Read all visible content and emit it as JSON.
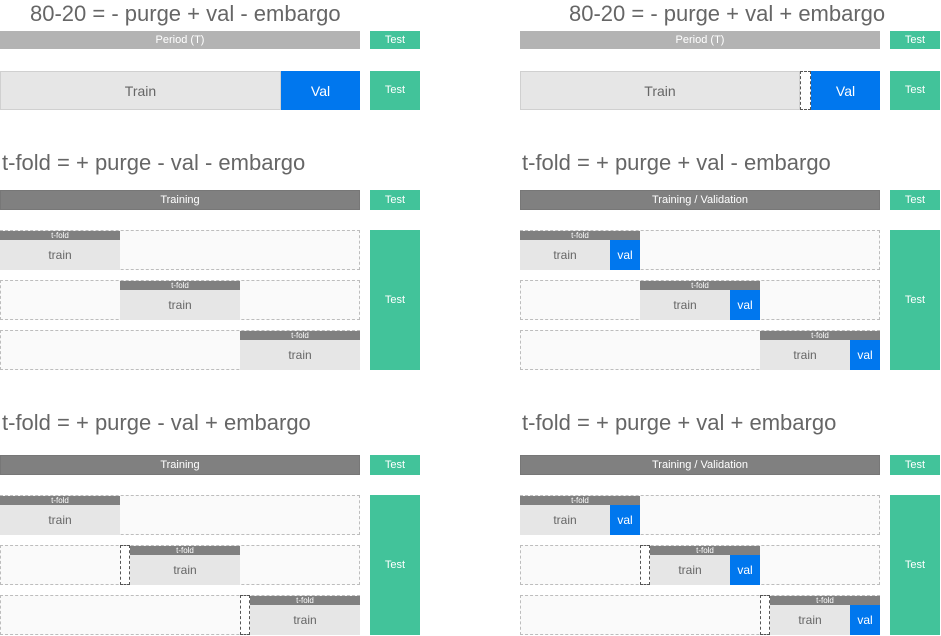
{
  "panels": {
    "top_left": {
      "title": "80-20 = - purge + val - embargo",
      "period_label": "Period (T)",
      "test_label": "Test",
      "train_label": "Train",
      "val_label": "Val"
    },
    "top_right": {
      "title": "80-20 = - purge + val + embargo",
      "period_label": "Period (T)",
      "test_label": "Test",
      "train_label": "Train",
      "val_label": "Val"
    },
    "mid_left": {
      "title": "t-fold = + purge - val - embargo",
      "header_label": "Training",
      "test_label": "Test",
      "fold_label": "t-fold",
      "train_label": "train"
    },
    "mid_right": {
      "title": "t-fold = + purge + val - embargo",
      "header_label": "Training / Validation",
      "test_label": "Test",
      "fold_label": "t-fold",
      "train_label": "train",
      "val_label": "val"
    },
    "bot_left": {
      "title": "t-fold = + purge - val + embargo",
      "header_label": "Training",
      "test_label": "Test",
      "fold_label": "t-fold",
      "train_label": "train"
    },
    "bot_right": {
      "title": "t-fold = + purge + val + embargo",
      "header_label": "Training / Validation",
      "test_label": "Test",
      "fold_label": "t-fold",
      "train_label": "train",
      "val_label": "val"
    }
  },
  "colors": {
    "test": "#42c39a",
    "val": "#0077ee",
    "train": "#e6e6e6",
    "period": "#b3b3b3",
    "header": "#808080"
  }
}
